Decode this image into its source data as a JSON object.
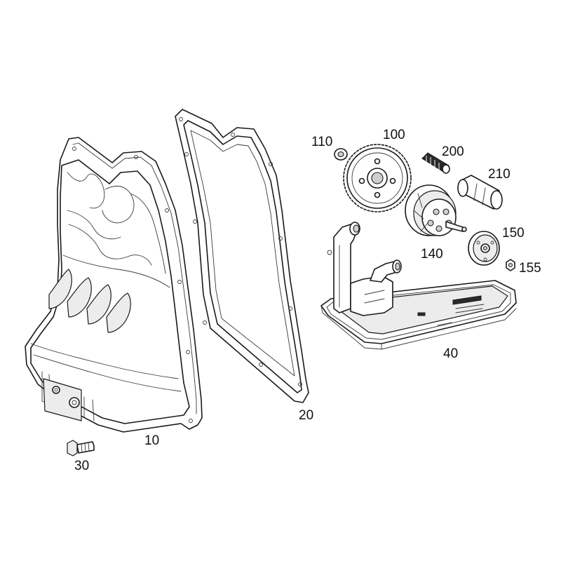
{
  "labels": {
    "p10": "10",
    "p20": "20",
    "p30": "30",
    "p40": "40",
    "p100": "100",
    "p110": "110",
    "p140": "140",
    "p150": "150",
    "p155": "155",
    "p200": "200",
    "p210": "210"
  },
  "colors": {
    "line": "#1a1a1a",
    "background": "#ffffff"
  }
}
